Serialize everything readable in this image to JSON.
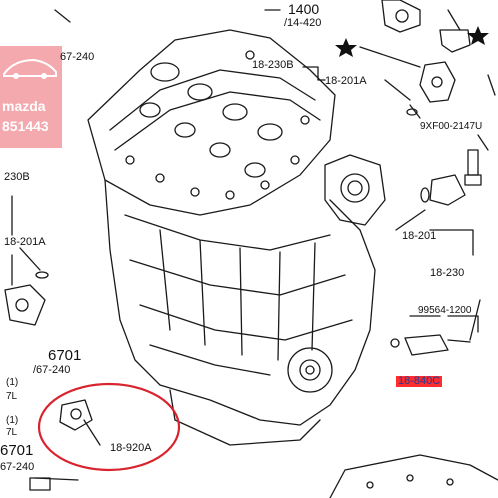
{
  "badge": {
    "icon": "car-logo-icon",
    "brand": "mazda",
    "phone": "851443"
  },
  "labels": {
    "l_1400": "1400",
    "l_14_420": "/14-420",
    "l_67_240_top": "67-240",
    "l_18_230B_right": "18-230B",
    "l_18_201A_right": "18-201A",
    "l_9XF00": "9XF00-2147U",
    "l_230B_left": "230B",
    "l_18_201A_left": "18-201A",
    "l_18_201": "18-201",
    "l_18_230": "18-230",
    "l_99564": "99564-1200",
    "l_18_840C": "18-840C",
    "l_6701_mid": "6701",
    "l_67_240_mid": "/67-240",
    "l_1_mid": "(1)",
    "l_7L_mid": "7L",
    "l_1_low": "(1)",
    "l_7L_low": "7L",
    "l_6701_bot": "6701",
    "l_67_240_bot": "67-240",
    "l_18_920A": "18-920A"
  },
  "colors": {
    "badge": "#f4a9ae",
    "callout_circle": "#d9232e",
    "highlight_bg": "#ff2d2d",
    "highlight_text": "#1d3c9a"
  },
  "icons": [
    "star-icon",
    "star-icon"
  ]
}
